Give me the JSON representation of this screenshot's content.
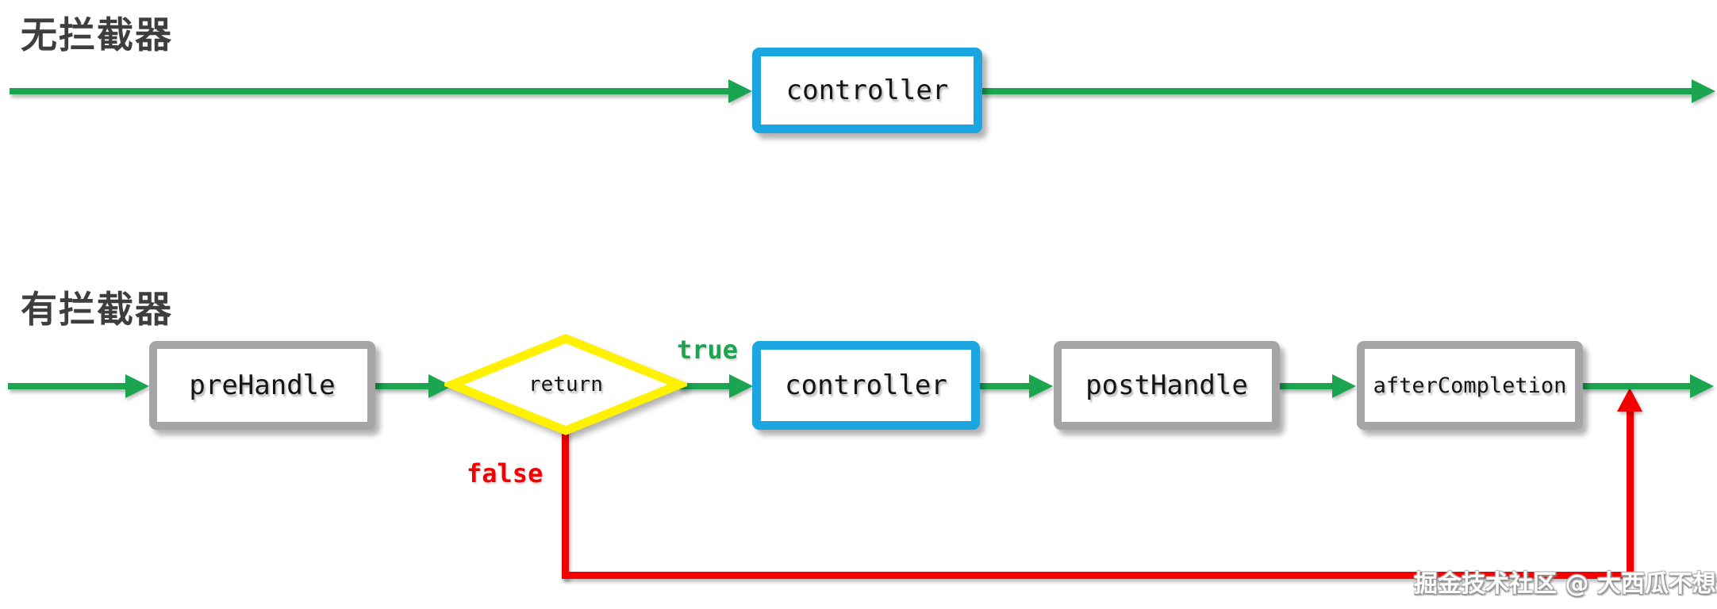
{
  "colors": {
    "green": "#1ba551",
    "blue": "#1ca6e1",
    "yellow": "#fff100",
    "red": "#f40000",
    "gray": "#a5a5a5",
    "title_text": "#3e3e3e",
    "node_text": "#151515",
    "background": "#ffffff"
  },
  "no_interceptor": {
    "title": "无拦截器",
    "controller": "controller"
  },
  "with_interceptor": {
    "title": "有拦截器",
    "pre_handle": "preHandle",
    "decision": "return",
    "branch_true": "true",
    "branch_false": "false",
    "controller": "controller",
    "post_handle": "postHandle",
    "after_completion": "afterCompletion"
  },
  "watermark": "掘金技术社区 @ 大西瓜不想说话"
}
